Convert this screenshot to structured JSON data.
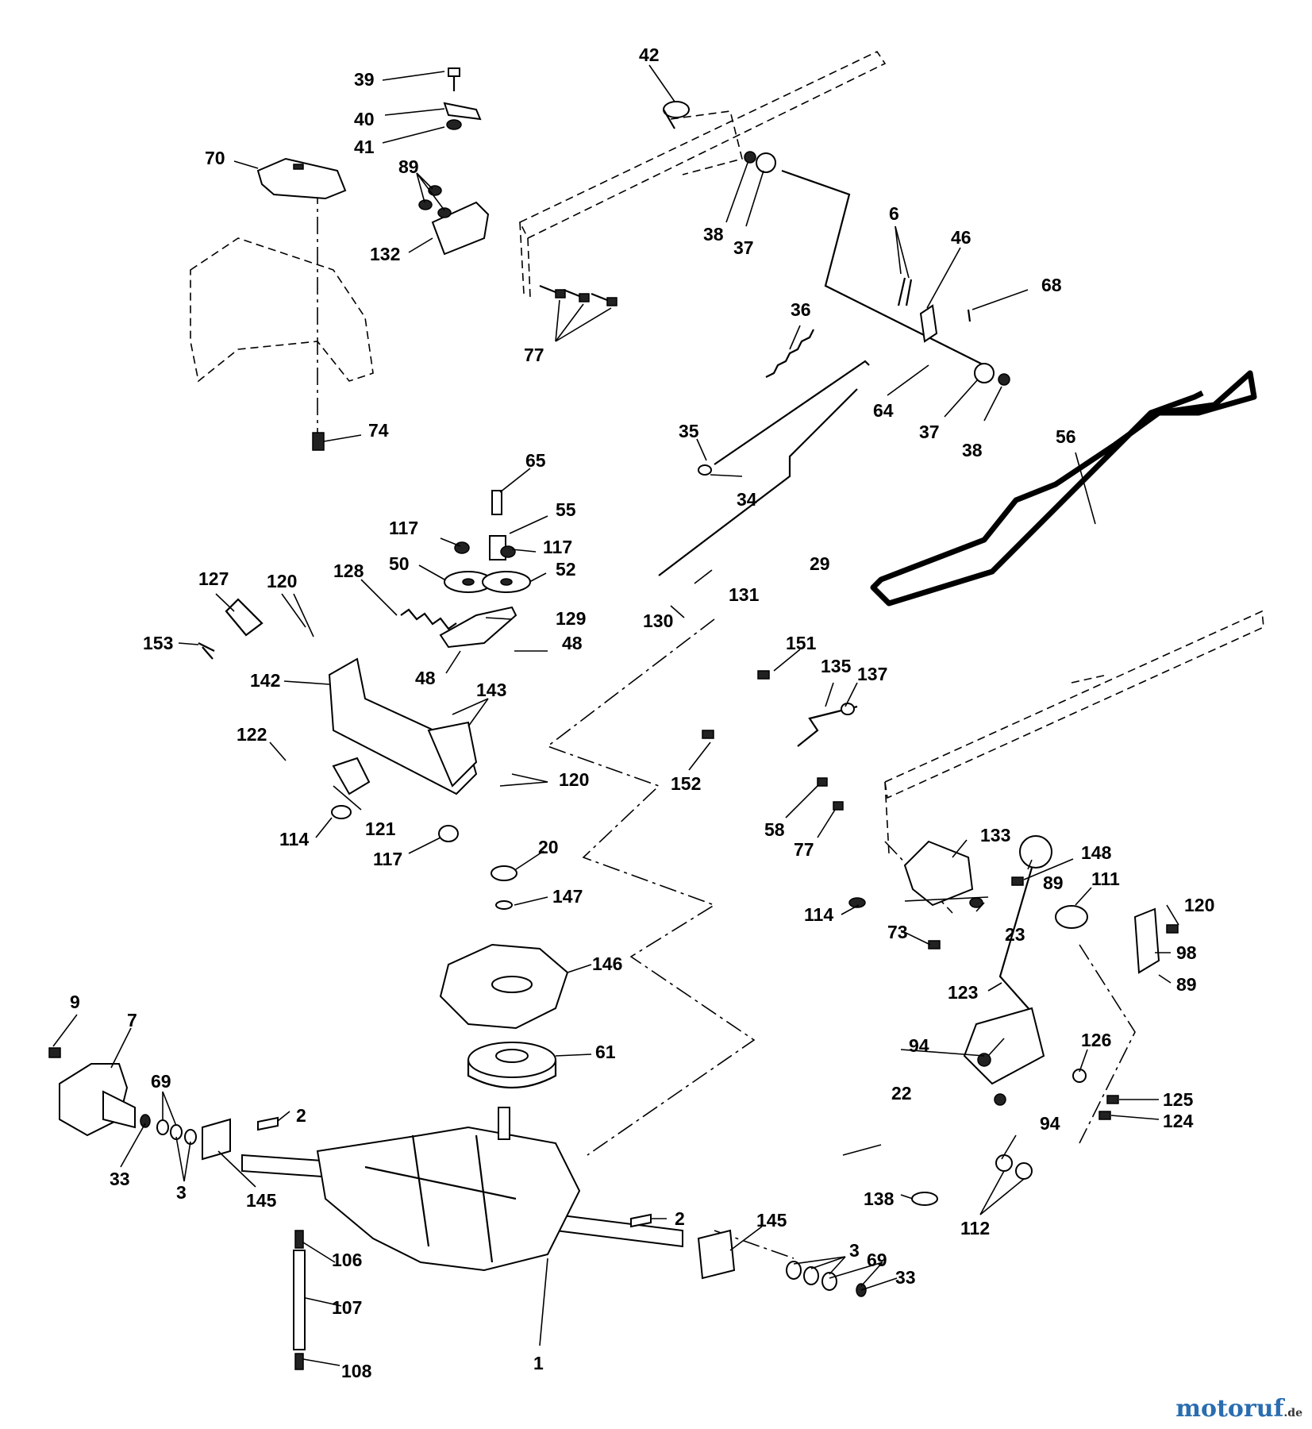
{
  "watermark": {
    "brand": "motoruf",
    "suffix": ".de"
  },
  "callouts": {
    "39": "39",
    "40": "40",
    "41": "41",
    "42": "42",
    "70": "70",
    "89a": "89",
    "132": "132",
    "77a": "77",
    "38a": "38",
    "37a": "37",
    "6": "6",
    "46": "46",
    "68": "68",
    "36": "36",
    "64": "64",
    "37b": "37",
    "38b": "38",
    "74": "74",
    "35": "35",
    "34": "34",
    "56": "56",
    "65": "65",
    "55": "55",
    "117a": "117",
    "117b": "117",
    "50": "50",
    "52": "52",
    "127": "127",
    "120a": "120",
    "128": "128",
    "129": "129",
    "153": "153",
    "48a": "48",
    "48b": "48",
    "142": "142",
    "143": "143",
    "29": "29",
    "131": "131",
    "130": "130",
    "151": "151",
    "135": "135",
    "137": "137",
    "122": "122",
    "120b": "120",
    "152": "152",
    "121": "121",
    "114a": "114",
    "117c": "117",
    "58": "58",
    "77b": "77",
    "133": "133",
    "148": "148",
    "20": "20",
    "147": "147",
    "89b": "89",
    "111": "111",
    "114b": "114",
    "73": "73",
    "120c": "120",
    "23": "23",
    "98": "98",
    "146": "146",
    "123": "123",
    "89c": "89",
    "9": "9",
    "7": "7",
    "94a": "94",
    "126": "126",
    "61": "61",
    "69a": "69",
    "22": "22",
    "125": "125",
    "124": "124",
    "2a": "2",
    "94b": "94",
    "33a": "33",
    "3a": "3",
    "145a": "145",
    "138": "138",
    "112": "112",
    "2b": "2",
    "145b": "145",
    "3b": "3",
    "69b": "69",
    "33b": "33",
    "106": "106",
    "107": "107",
    "1": "1",
    "108": "108"
  }
}
